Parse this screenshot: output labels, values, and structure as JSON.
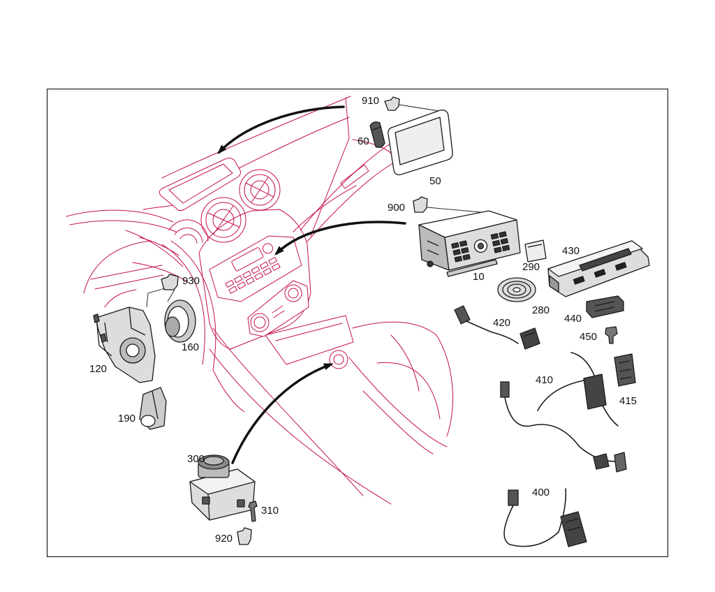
{
  "callouts": {
    "c910": "910",
    "c60": "60",
    "c50": "50",
    "c900": "900",
    "c10": "10",
    "c290": "290",
    "c430": "430",
    "c280": "280",
    "c440": "440",
    "c420": "420",
    "c450": "450",
    "c410": "410",
    "c415": "415",
    "c930": "930",
    "c160": "160",
    "c120": "120",
    "c190": "190",
    "c300": "300",
    "c310": "310",
    "c920": "920",
    "c400": "400"
  },
  "colors": {
    "frame": "#000000",
    "dashboard_line": "#c4104a",
    "part_line": "#1a1a1a",
    "arrow": "#111111"
  }
}
